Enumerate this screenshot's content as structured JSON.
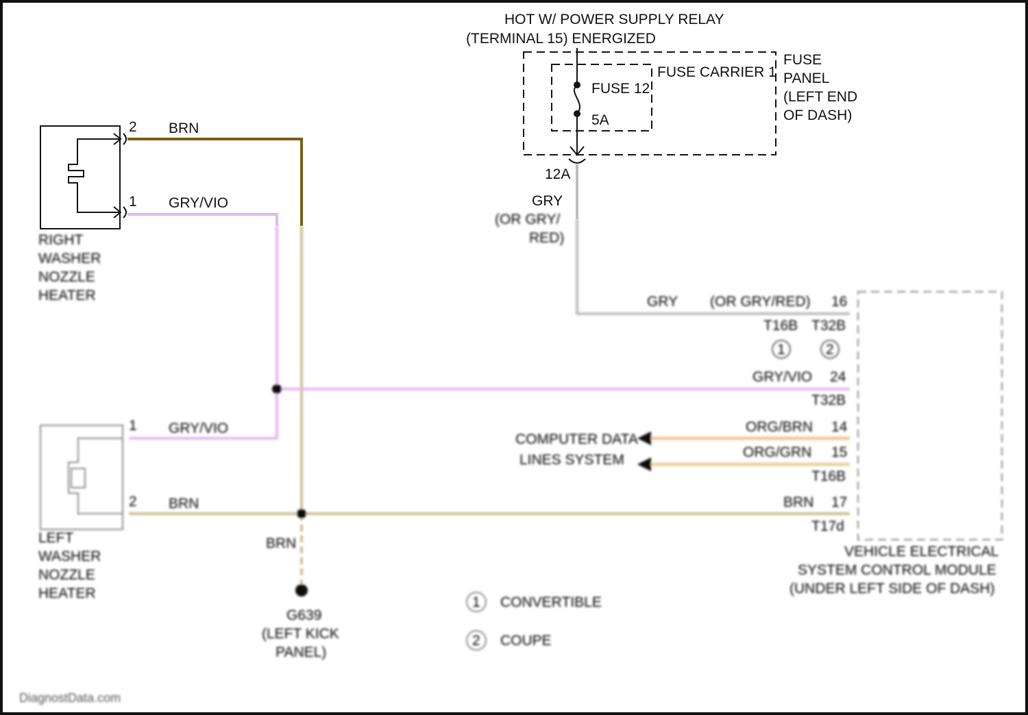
{
  "power_source": {
    "line1": "HOT W/ POWER SUPPLY RELAY",
    "line2": "(TERMINAL 15) ENERGIZED"
  },
  "fuse_panel": {
    "line1": "FUSE",
    "line2": "PANEL",
    "line3": "(LEFT END",
    "line4": "OF DASH)"
  },
  "fuse_carrier": {
    "label": "FUSE CARRIER 1"
  },
  "fuse": {
    "name": "FUSE 12",
    "rating": "5A",
    "terminal": "12A"
  },
  "feed_wire": {
    "line1": "GRY",
    "line2": "(OR GRY/",
    "line3": "RED)"
  },
  "right_heater": {
    "line1": "RIGHT",
    "line2": "WASHER",
    "line3": "NOZZLE",
    "line4": "HEATER",
    "pin_top": "2",
    "pin_bottom": "1"
  },
  "left_heater": {
    "line1": "LEFT",
    "line2": "WASHER",
    "line3": "NOZZLE",
    "line4": "HEATER",
    "pin_top": "1",
    "pin_bottom": "2"
  },
  "wires": {
    "brn": "BRN",
    "gry_vio": "GRY/VIO",
    "gry": "GRY",
    "gry_or_red": "(OR GRY/RED)",
    "org_brn": "ORG/BRN",
    "org_grn": "ORG/GRN"
  },
  "module_pins": {
    "p16": "16",
    "t16b": "T16B",
    "t32b_top": "T32B",
    "p24": "24",
    "t32b_mid": "T32B",
    "p14": "14",
    "p15": "15",
    "t16b_bot": "T16B",
    "p17": "17",
    "t17d": "T17d"
  },
  "variant_marks": {
    "one": "1",
    "two": "2"
  },
  "computer_lines": {
    "line1": "COMPUTER DATA",
    "line2": "LINES SYSTEM"
  },
  "ground": {
    "id": "G639",
    "line2": "(LEFT KICK",
    "line3": "PANEL)"
  },
  "module": {
    "line1": "VEHICLE ELECTRICAL",
    "line2": "SYSTEM CONTROL MODULE",
    "line3": "(UNDER LEFT SIDE OF DASH)"
  },
  "legend": [
    {
      "num": "1",
      "text": "CONVERTIBLE"
    },
    {
      "num": "2",
      "text": "COUPE"
    }
  ],
  "watermark": "DiagnostData.com",
  "colors": {
    "brn": "#7a5c12",
    "brn_faded": "#c9c090",
    "gry_vio": "#e6b6ee",
    "gry": "#bdbdbd",
    "org_brn": "#f2c89c",
    "org_grn": "#e8d2a0",
    "frame": "#111111"
  }
}
